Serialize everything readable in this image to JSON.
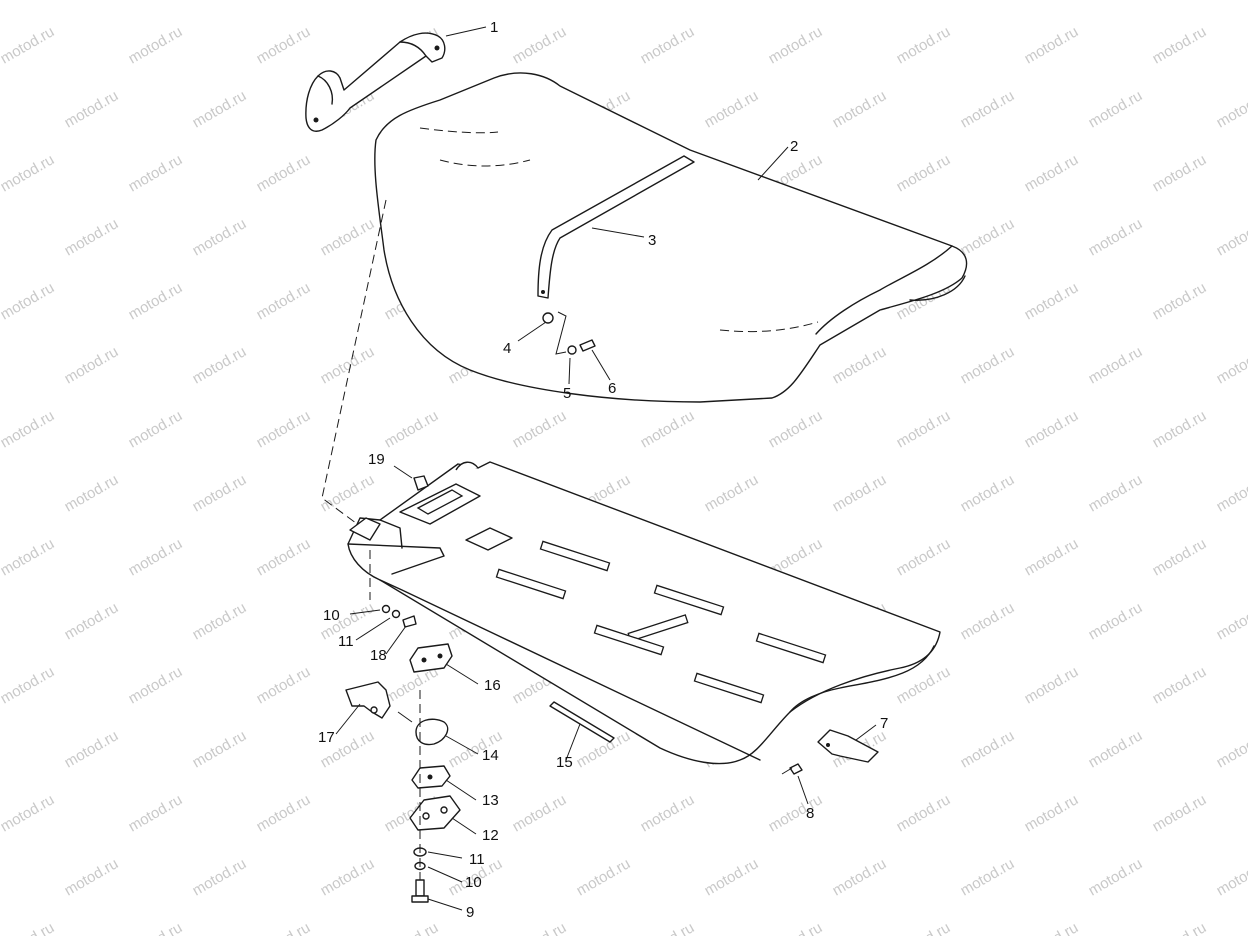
{
  "watermark": "motod.ru",
  "callouts": [
    {
      "id": "1",
      "text": "1"
    },
    {
      "id": "2",
      "text": "2"
    },
    {
      "id": "3",
      "text": "3"
    },
    {
      "id": "4",
      "text": "4"
    },
    {
      "id": "5",
      "text": "5"
    },
    {
      "id": "6",
      "text": "6"
    },
    {
      "id": "7",
      "text": "7"
    },
    {
      "id": "8",
      "text": "8"
    },
    {
      "id": "9",
      "text": "9"
    },
    {
      "id": "10a",
      "text": "10"
    },
    {
      "id": "10b",
      "text": "10"
    },
    {
      "id": "11a",
      "text": "11"
    },
    {
      "id": "11b",
      "text": "11"
    },
    {
      "id": "12",
      "text": "12"
    },
    {
      "id": "13",
      "text": "13"
    },
    {
      "id": "14",
      "text": "14"
    },
    {
      "id": "15",
      "text": "15"
    },
    {
      "id": "16",
      "text": "16"
    },
    {
      "id": "17",
      "text": "17"
    },
    {
      "id": "18",
      "text": "18"
    },
    {
      "id": "19",
      "text": "19"
    }
  ]
}
